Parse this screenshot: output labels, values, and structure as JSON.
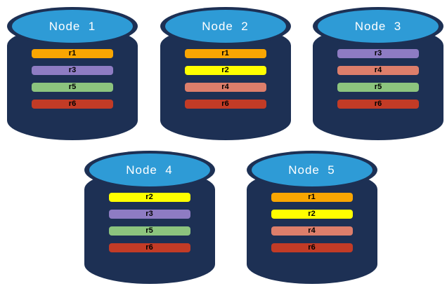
{
  "canvas": {
    "background_color": "#FFFFFF",
    "cylinder_body_color": "#1D3054",
    "cylinder_top_color": "#2E9BD6",
    "node_title_color": "#FFFFFF",
    "bar_label_color": "#000000"
  },
  "replica_colors": {
    "r1": "#F9A602",
    "r2": "#FFFF00",
    "r3": "#8E7CC3",
    "r4": "#DD7E6B",
    "r5": "#8CC47E",
    "r6": "#C23B26"
  },
  "nodes": [
    {
      "name": "Node  1",
      "replicas": [
        "r1",
        "r3",
        "r5",
        "r6"
      ]
    },
    {
      "name": "Node  2",
      "replicas": [
        "r1",
        "r2",
        "r4",
        "r6"
      ]
    },
    {
      "name": "Node  3",
      "replicas": [
        "r3",
        "r4",
        "r5",
        "r6"
      ]
    },
    {
      "name": "Node  4",
      "replicas": [
        "r2",
        "r3",
        "r5",
        "r6"
      ]
    },
    {
      "name": "Node  5",
      "replicas": [
        "r1",
        "r2",
        "r4",
        "r6"
      ]
    }
  ]
}
